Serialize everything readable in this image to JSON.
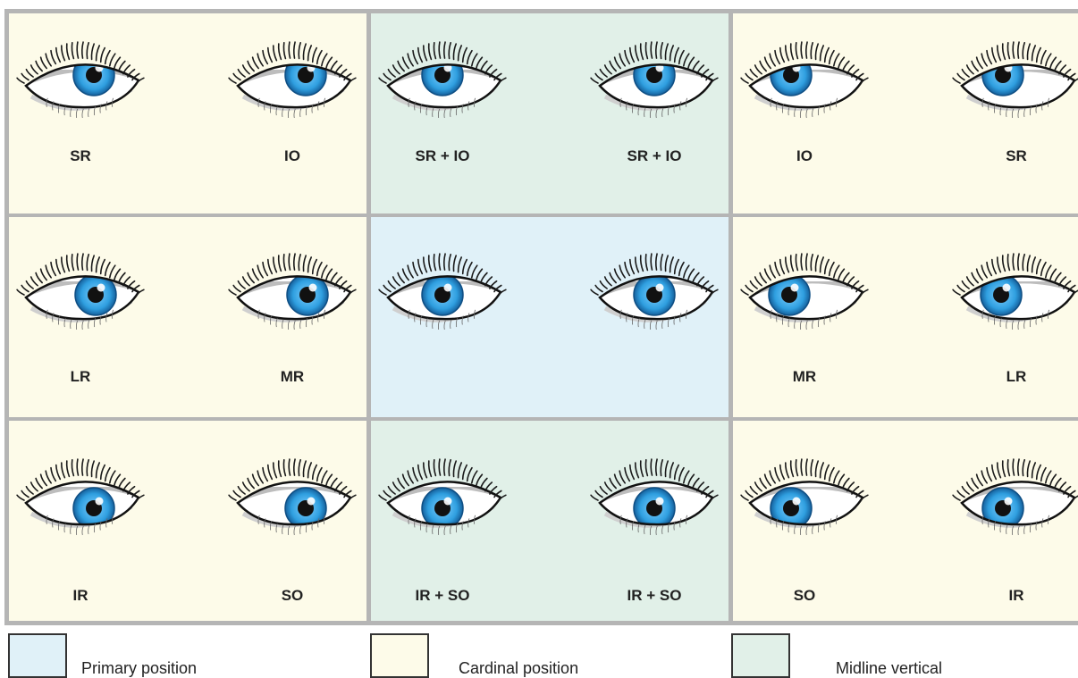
{
  "colors": {
    "cardinal": "#fdfbe9",
    "primary": "#e0f1f8",
    "midline": "#e1f0e8",
    "grid_line": "#b5b5b5",
    "iris": "#2f9fe0",
    "iris_dark": "#15609c"
  },
  "rows": [
    {
      "cells": [
        {
          "kind": "cardinal",
          "eyes": [
            {
              "label": "SR",
              "gaze": "up-right"
            },
            {
              "label": "IO",
              "gaze": "up-right"
            }
          ]
        },
        {
          "kind": "midline",
          "eyes": [
            {
              "label": "SR + IO",
              "gaze": "up"
            },
            {
              "label": "SR + IO",
              "gaze": "up"
            }
          ]
        },
        {
          "kind": "cardinal",
          "eyes": [
            {
              "label": "IO",
              "gaze": "up-left"
            },
            {
              "label": "SR",
              "gaze": "up-left"
            }
          ]
        }
      ]
    },
    {
      "cells": [
        {
          "kind": "cardinal",
          "eyes": [
            {
              "label": "LR",
              "gaze": "right"
            },
            {
              "label": "MR",
              "gaze": "right"
            }
          ]
        },
        {
          "kind": "primary",
          "eyes": [
            {
              "label": "",
              "gaze": "center"
            },
            {
              "label": "",
              "gaze": "center"
            }
          ]
        },
        {
          "kind": "cardinal",
          "eyes": [
            {
              "label": "MR",
              "gaze": "left"
            },
            {
              "label": "LR",
              "gaze": "left"
            }
          ]
        }
      ]
    },
    {
      "cells": [
        {
          "kind": "cardinal",
          "eyes": [
            {
              "label": "IR",
              "gaze": "down-right"
            },
            {
              "label": "SO",
              "gaze": "down-right"
            }
          ]
        },
        {
          "kind": "midline",
          "eyes": [
            {
              "label": "IR + SO",
              "gaze": "down"
            },
            {
              "label": "IR + SO",
              "gaze": "down"
            }
          ]
        },
        {
          "kind": "cardinal",
          "eyes": [
            {
              "label": "SO",
              "gaze": "down-left"
            },
            {
              "label": "IR",
              "gaze": "down-left"
            }
          ]
        }
      ]
    }
  ],
  "legend": [
    {
      "kind": "primary",
      "label": "Primary position"
    },
    {
      "kind": "cardinal",
      "label": "Cardinal position"
    },
    {
      "kind": "midline",
      "label": "Midline vertical"
    }
  ]
}
